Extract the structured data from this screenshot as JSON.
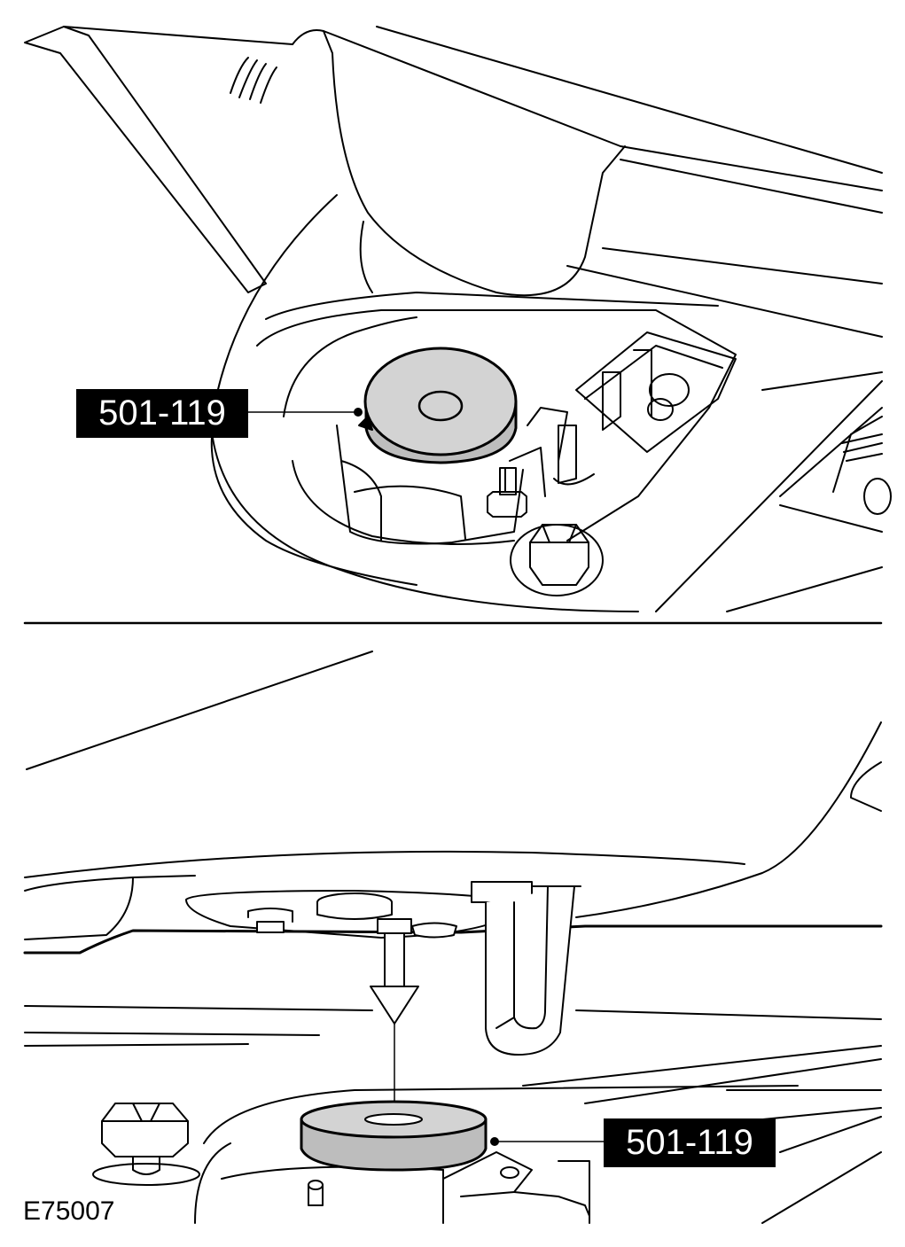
{
  "callouts": {
    "top": "501-119",
    "bottom": "501-119"
  },
  "figure_id": "E75007",
  "colors": {
    "line": "#000000",
    "tool_fill": "#d3d3d3",
    "tool_fill_dark": "#bdbdbd",
    "background": "#ffffff"
  },
  "icons": {
    "tool": "special-tool-501-119",
    "arrow": "down-arrow-icon"
  }
}
